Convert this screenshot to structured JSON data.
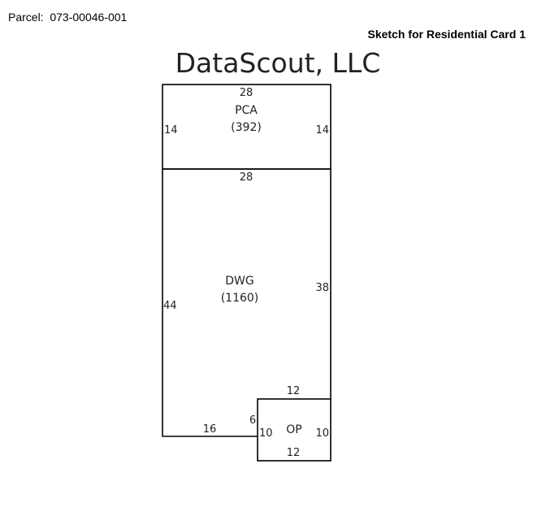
{
  "header": {
    "parcel_label": "Parcel:",
    "parcel_number": "073-00046-001",
    "card_title": "Sketch for Residential Card 1"
  },
  "sketch": {
    "company": "DataScout, LLC",
    "areas": [
      {
        "code": "PCA",
        "sqft": "(392)"
      },
      {
        "code": "DWG",
        "sqft": "(1160)"
      },
      {
        "code": "OP",
        "sqft": ""
      }
    ],
    "dimensions": {
      "pca_top": "28",
      "pca_left": "14",
      "pca_right": "14",
      "dwg_top": "28",
      "dwg_left": "44",
      "dwg_right": "38",
      "dwg_bottom": "16",
      "dwg_notch": "6",
      "op_top": "12",
      "op_left": "10",
      "op_right": "10",
      "op_bottom": "12"
    }
  }
}
